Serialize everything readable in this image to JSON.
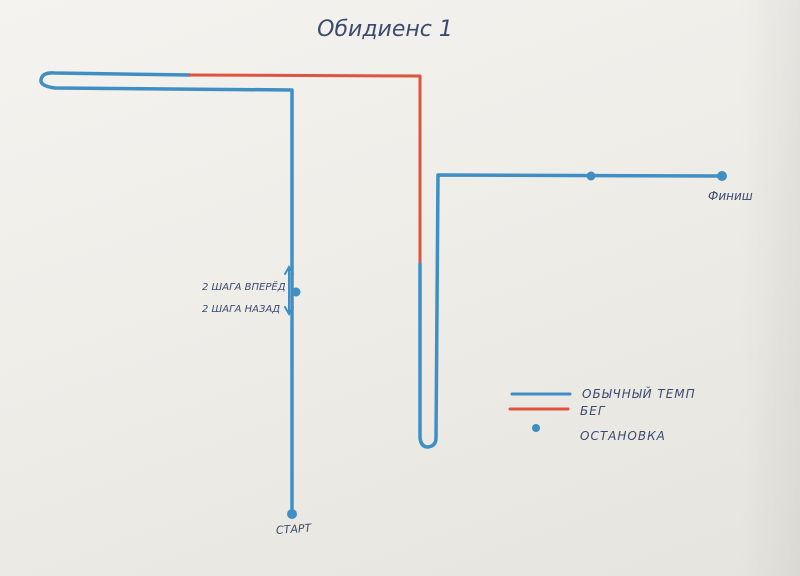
{
  "title": "Обидиенс 1",
  "labels": {
    "start": "СТАРТ",
    "finish": "Финиш",
    "steps_forward": "2 ШАГА ВПЕРЁД",
    "steps_back": "2 ШАГА НАЗАД"
  },
  "legend": {
    "normal": "ОБЫЧНЫЙ ТЕМП",
    "run": "БЕГ",
    "stop": "ОСТАНОВКА"
  },
  "colors": {
    "normal": "#3f8fc4",
    "run": "#e0533f",
    "ink": "#3b4a6e"
  }
}
